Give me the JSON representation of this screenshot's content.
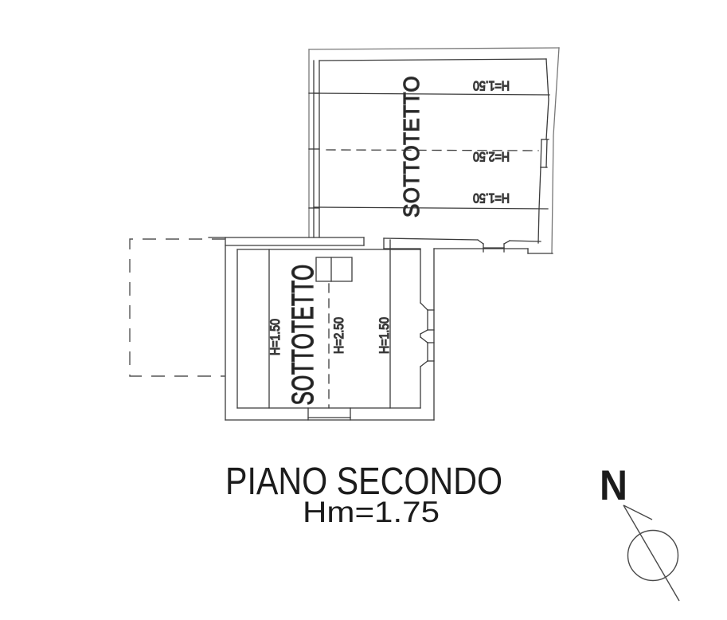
{
  "plan": {
    "title": "PIANO SECONDO",
    "subtitle": "Hm=1.75",
    "north": {
      "label": "N"
    },
    "upper_room": {
      "name": "SOTTOTETTO",
      "height_labels": {
        "top": "H=1.50",
        "middle": "H=2.50",
        "bottom": "H=1.50"
      }
    },
    "lower_room": {
      "name": "SOTTOTETTO",
      "height_labels": {
        "left": "H=1.50",
        "middle": "H=2.50",
        "right": "H=1.50"
      }
    },
    "colors": {
      "line": "#3b3b3b",
      "line_light": "#787878",
      "text": "#1c1c1c",
      "background": "#ffffff"
    }
  }
}
